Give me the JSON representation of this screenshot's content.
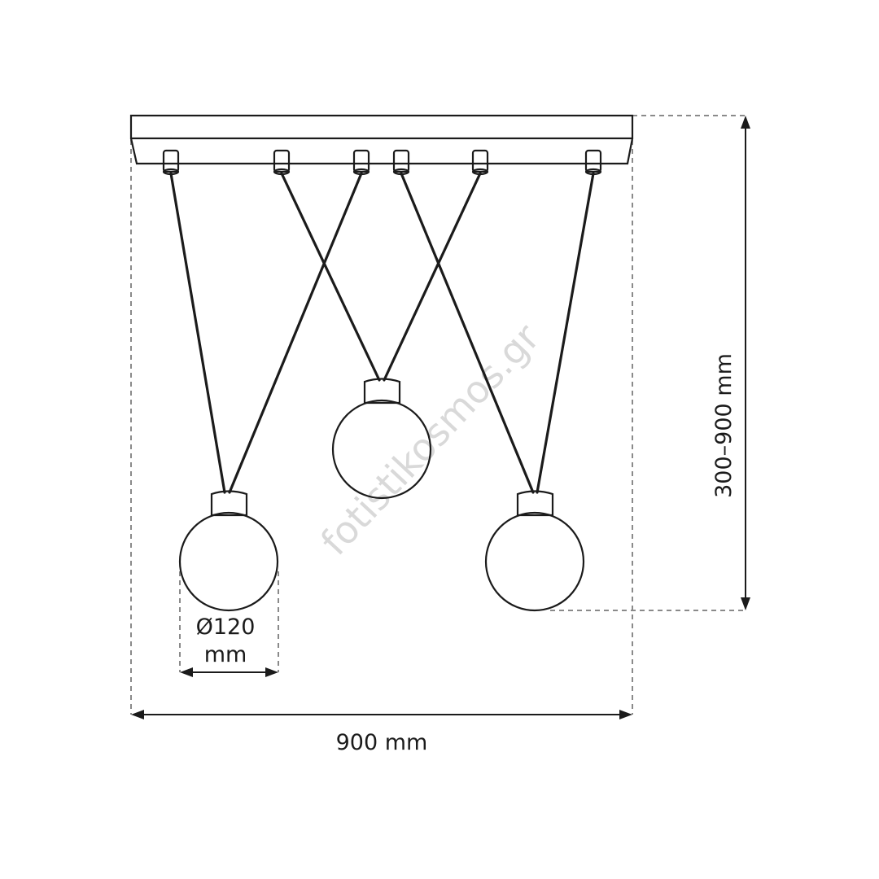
{
  "watermark": "fotistikosmos.gr",
  "dimensions": {
    "width_label": "900 mm",
    "height_label": "300–900 mm",
    "diameter_line1": "Ø120",
    "diameter_line2": "mm"
  }
}
